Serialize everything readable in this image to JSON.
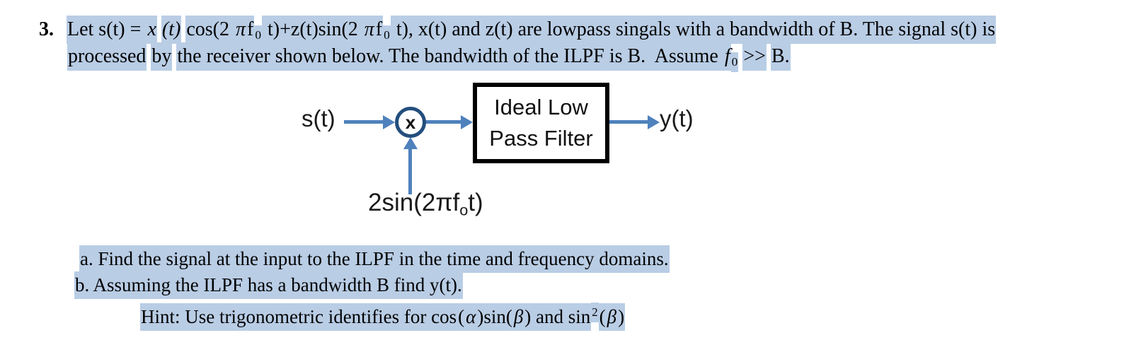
{
  "colors": {
    "background": "#ffffff",
    "text": "#000000",
    "highlight": "#b9cde5",
    "arrow": "#4f81bd",
    "multiplier_ring": "#234e7d",
    "box_border": "#000000"
  },
  "problem": {
    "number": "3.",
    "line1_segments": [
      {
        "text": "Let s(t) = ",
        "hl": true
      },
      {
        "text": "x",
        "style": "italic",
        "hl": true
      },
      {
        "text": "(t)",
        "style": "italic",
        "hl": true,
        "gap": true
      },
      {
        "text": "cos(2 ",
        "hl": true,
        "gap": true
      },
      {
        "text": "π",
        "style": "italic",
        "hl": true
      },
      {
        "text": "f",
        "hl": true
      },
      {
        "text": "0",
        "style": "sub",
        "hl": true
      },
      {
        "text": " t)+z(t)sin(2 ",
        "hl": true
      },
      {
        "text": "π",
        "style": "italic",
        "hl": true
      },
      {
        "text": "f",
        "hl": true
      },
      {
        "text": "0",
        "style": "sub",
        "hl": true
      },
      {
        "text": " t), x(t) and z(t) are lowpass singals with a bandwidth of B. The signal s(t) is",
        "hl": true
      }
    ],
    "line2_segments": [
      {
        "text": "processed",
        "hl": true
      },
      {
        "text": "by",
        "hl": true,
        "gap": true
      },
      {
        "text": "the receiver shown below. The bandwidth of the ILPF is B.  Assume ",
        "hl": true,
        "gap": true
      },
      {
        "text": "f",
        "style": "italic",
        "hl": true
      },
      {
        "text": "0",
        "style": "sub",
        "hl": true
      },
      {
        "text": ">>",
        "hl": true,
        "gap": true
      },
      {
        "text": "B.",
        "hl": true,
        "gap": true
      }
    ]
  },
  "diagram": {
    "input_label": "s(t)",
    "multiplier_symbol": "x",
    "filter_label_line1": "Ideal Low",
    "filter_label_line2": "Pass Filter",
    "output_label": "y(t)",
    "oscillator_segments": [
      {
        "text": "2sin(2πf"
      },
      {
        "text": "o",
        "style": "sub"
      },
      {
        "text": "t)"
      }
    ]
  },
  "questions": {
    "a_segments": [
      {
        "text": "a. Find the signal at the input to the ILPF in the time and frequency domains.",
        "hl": true
      }
    ],
    "b_segments": [
      {
        "text": "b. Assuming the ILPF has a bandwidth B find y(t).",
        "hl": true
      }
    ],
    "hint_segments": [
      {
        "text": "Hint: Use trigonometric identifies for cos",
        "hl": true
      },
      {
        "text": "(",
        "hl": true
      },
      {
        "text": "α",
        "style": "italic",
        "hl": true
      },
      {
        "text": ")sin(",
        "hl": true
      },
      {
        "text": "β",
        "style": "italic",
        "hl": true
      },
      {
        "text": ") and sin",
        "hl": true
      },
      {
        "text": "2",
        "style": "sup",
        "hl": true
      },
      {
        "text": "(",
        "hl": true
      },
      {
        "text": "β",
        "style": "italic",
        "hl": true
      },
      {
        "text": ")",
        "hl": true
      }
    ]
  }
}
